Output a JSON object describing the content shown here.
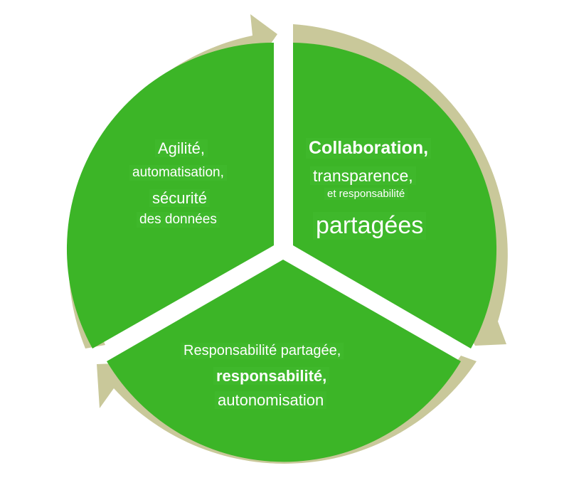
{
  "colors": {
    "segment_fill": "#3cb527",
    "arrow_ring": "#c9c89a",
    "separator": "#ffffff",
    "text": "#ffffff"
  },
  "segments": [
    {
      "id": "left",
      "lines": [
        "Agilité,",
        "automatisation,",
        "sécurité",
        "des données"
      ]
    },
    {
      "id": "right",
      "lines": [
        "Collaboration,",
        "transparence,",
        "et responsabilité",
        "partagées"
      ]
    },
    {
      "id": "bottom",
      "lines": [
        "Responsabilité partagée,",
        "responsabilité,",
        "autonomisation"
      ]
    }
  ]
}
